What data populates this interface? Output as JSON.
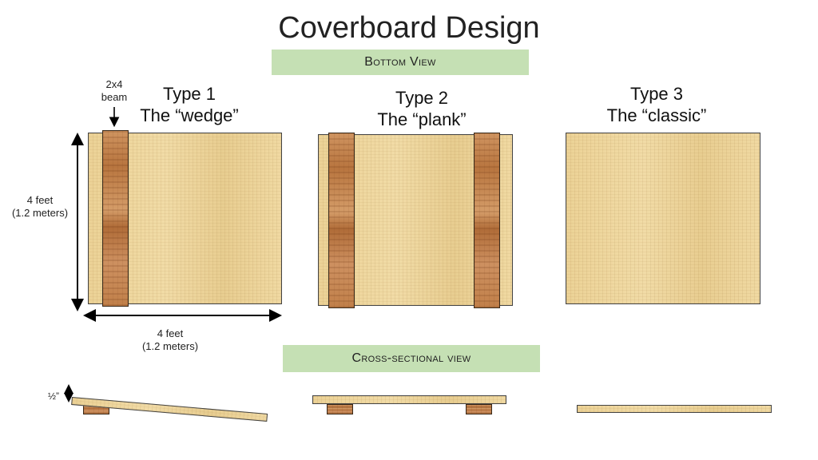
{
  "title": "Coverboard Design",
  "banners": {
    "bottom_view": "Bottom View",
    "cross_section": "Cross-sectional view"
  },
  "types": [
    {
      "line1": "Type 1",
      "line2": "The “wedge”"
    },
    {
      "line1": "Type 2",
      "line2": "The “plank”"
    },
    {
      "line1": "Type 3",
      "line2": "The “classic”"
    }
  ],
  "beam_label": {
    "line1": "2x4",
    "line2": "beam"
  },
  "dimensions": {
    "height": {
      "line1": "4 feet",
      "line2": "(1.2 meters)"
    },
    "width": {
      "line1": "4 feet",
      "line2": "(1.2 meters)"
    },
    "thickness": "½”"
  },
  "colors": {
    "banner": "#c5e0b4",
    "plywood": "#edd49b",
    "beam": "#c98a55"
  }
}
